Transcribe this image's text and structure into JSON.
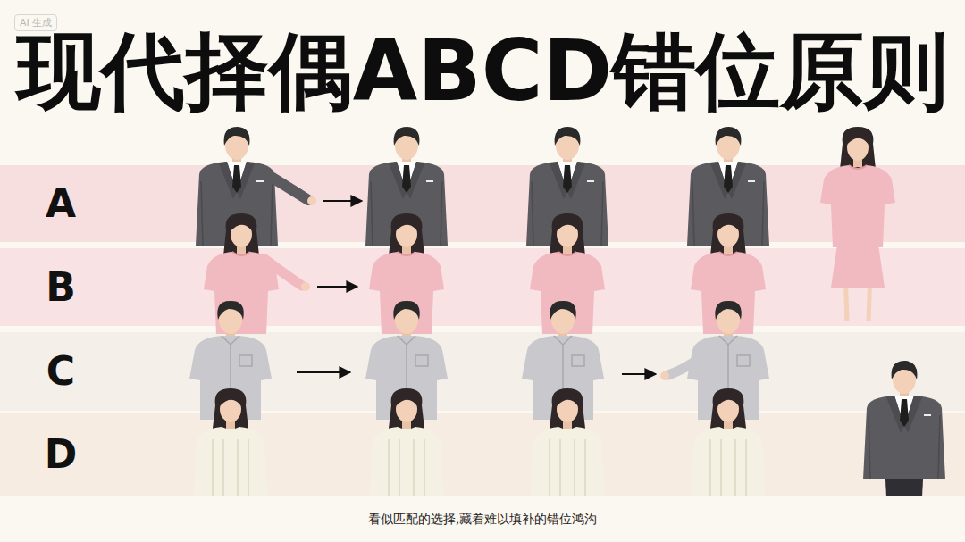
{
  "diagram": {
    "title": "现代择偶ABCD错位原则",
    "caption": "看似匹配的选择,藏着难以填补的错位鸿沟",
    "nodes": [
      {
        "text": [
          "A"
        ]
      },
      {
        "text": [
          "B"
        ]
      },
      {
        "text": [
          "C"
        ]
      },
      {
        "text": [
          "D"
        ]
      }
    ],
    "labels": [
      "AI 生成"
    ]
  }
}
